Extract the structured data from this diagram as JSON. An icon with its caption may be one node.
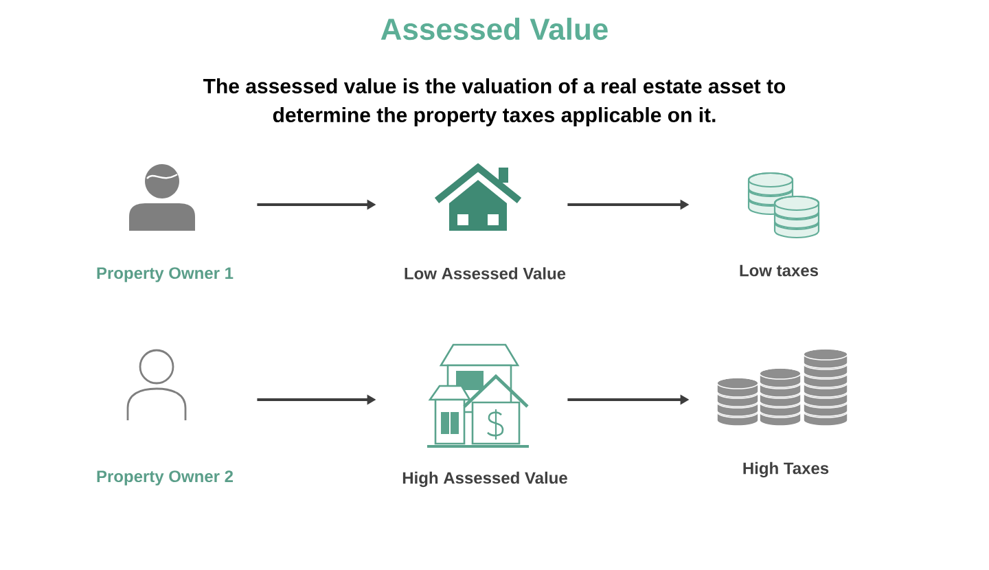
{
  "diagram": {
    "title": "Assessed Value",
    "nodes": [
      {
        "text": [
          "Property Owner 1"
        ]
      },
      {
        "text": [
          "Low Assessed Value"
        ]
      },
      {
        "text": [
          "Low taxes"
        ]
      },
      {
        "text": [
          "Property Owner 2"
        ]
      },
      {
        "text": [
          "High Assessed Value"
        ]
      },
      {
        "text": [
          "High Taxes"
        ]
      }
    ],
    "edges": [
      {
        "from": 0,
        "to": 1,
        "arrow": "to"
      },
      {
        "from": 1,
        "to": 2,
        "arrow": "to"
      },
      {
        "from": 3,
        "to": 4,
        "arrow": "to"
      },
      {
        "from": 4,
        "to": 5,
        "arrow": "to"
      }
    ],
    "labels": [
      "The assessed value is the valuation of a real estate asset to determine the property taxes applicable on it."
    ]
  }
}
